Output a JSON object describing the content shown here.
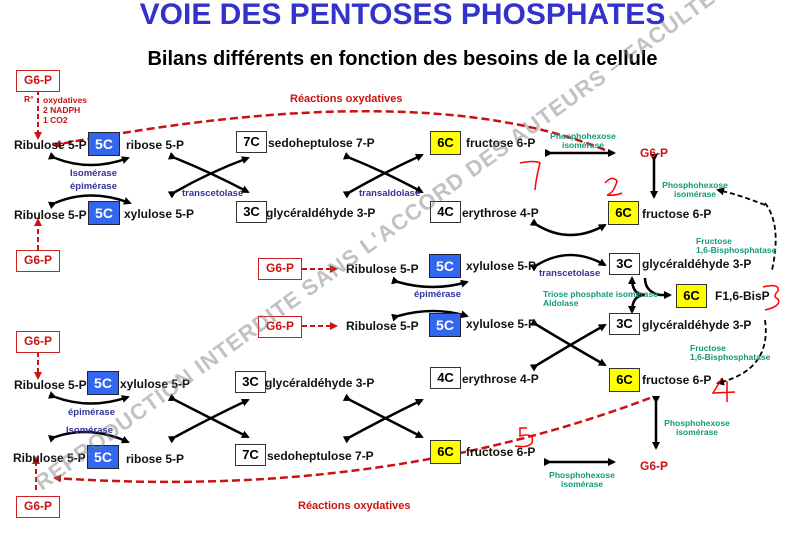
{
  "title": "VOIE DES PENTOSES PHOSPHATES",
  "subtitle": "Bilans différents en fonction des besoins de la cellule",
  "watermark": "REPRODUCTION INTERDITE SANS L'ACCORD DES AUTEURS – FACULTE DE MEDECIN - UNS",
  "colors": {
    "title": "#3333cc",
    "pentose_box": "#3366ee",
    "hexose_box": "#ffff00",
    "oxidative": "#cc1111",
    "enzyme": "#333399",
    "enzyme_green": "#11997a",
    "handwriting": "#ff0000"
  },
  "labels": {
    "g6p": "G6-P",
    "r_deg": "R°",
    "oxydatives": "oxydatives",
    "nadph": "2 NADPH",
    "co2": "1 CO2",
    "reactions_oxydatives": "Réactions oxydatives",
    "ribulose5p": "Ribulose 5-P",
    "ribose5p": "ribose 5-P",
    "xylulose5p": "xylulose 5-P",
    "sedoheptulose7p": "sedoheptulose 7-P",
    "glyceraldehyde3p": "glycéraldéhyde 3-P",
    "erythrose4p": "erythrose 4-P",
    "fructose6p": "fructose 6-P",
    "f16bisp": "F1,6-BisP",
    "c5": "5C",
    "c6": "6C",
    "c7": "7C",
    "c3": "3C",
    "c4": "4C",
    "isomerase": "Isomérase",
    "epimerase": "épimérase",
    "transcetolase": "transcetolase",
    "transaldolase": "transaldolase",
    "phosphohexose": "Phosphohexose",
    "isomerase_lc": "isomérase",
    "fructose": "Fructose",
    "bisphosphatase": "1,6-Bisphosphatase",
    "triose_isomerase": "Triose phosphate isomérase",
    "aldolase": "Aldolase"
  },
  "annotations": [
    "1",
    "2",
    "3",
    "4",
    "5"
  ]
}
